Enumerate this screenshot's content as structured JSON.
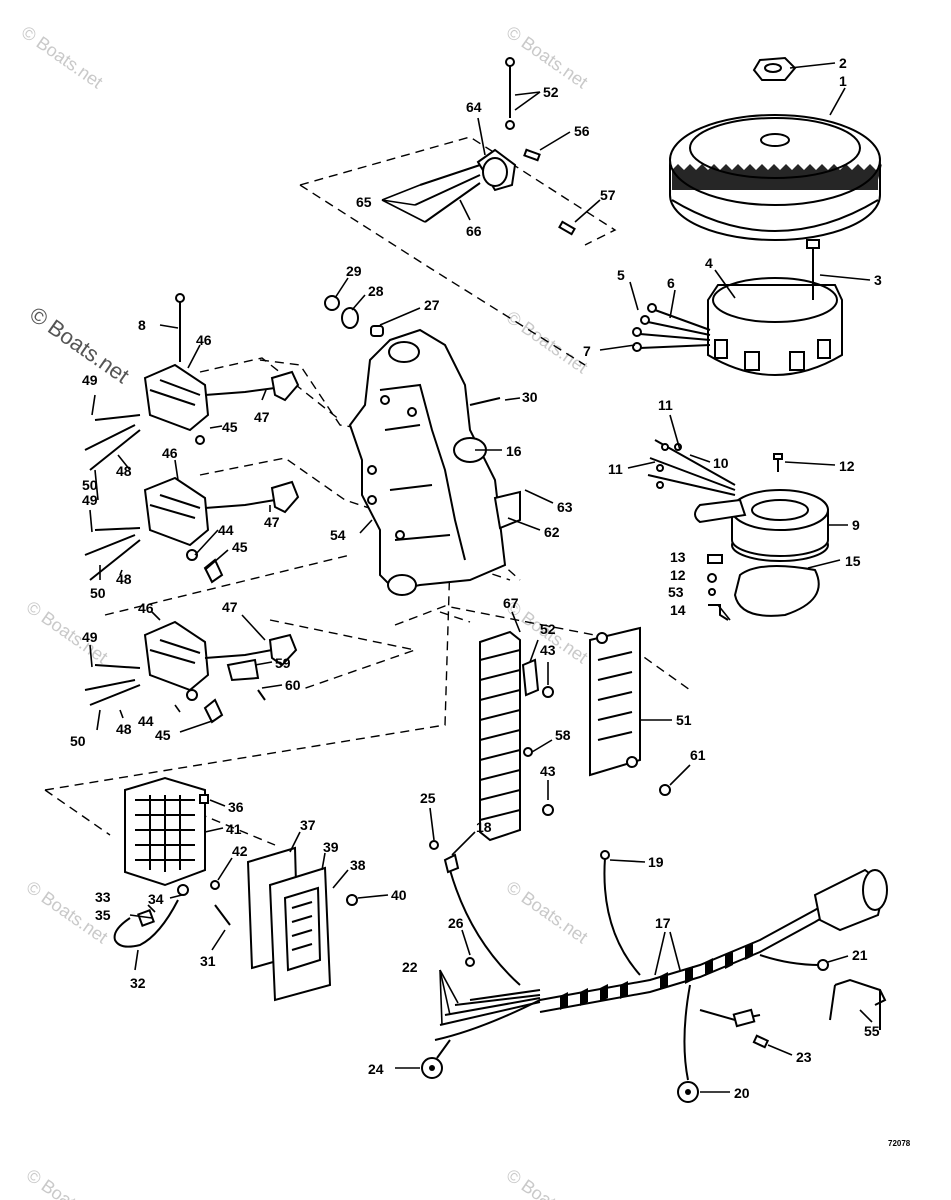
{
  "watermarks": {
    "main": "© Boats.net",
    "faint": "© Boats.net"
  },
  "doc_number": "72078",
  "callouts": [
    "1",
    "2",
    "3",
    "4",
    "5",
    "6",
    "7",
    "8",
    "9",
    "10",
    "11",
    "12",
    "13",
    "14",
    "15",
    "16",
    "17",
    "18",
    "19",
    "20",
    "21",
    "22",
    "23",
    "24",
    "25",
    "26",
    "27",
    "28",
    "29",
    "30",
    "31",
    "32",
    "33",
    "34",
    "35",
    "36",
    "37",
    "38",
    "39",
    "40",
    "41",
    "42",
    "43",
    "44",
    "45",
    "46",
    "47",
    "48",
    "49",
    "50",
    "51",
    "52",
    "53",
    "54",
    "55",
    "56",
    "57",
    "58",
    "59",
    "60",
    "61",
    "62",
    "63",
    "64",
    "65",
    "66",
    "67"
  ],
  "colors": {
    "ink": "#000000",
    "paper": "#ffffff",
    "watermark": "#c9c9c9"
  }
}
